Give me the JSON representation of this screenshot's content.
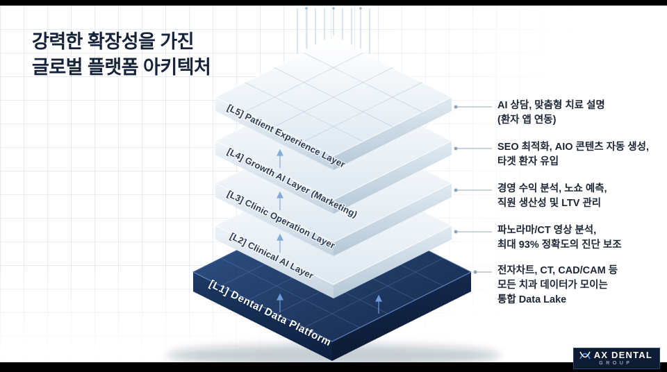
{
  "slide": {
    "title_line1": "강력한 확장성을 가진",
    "title_line2": "글로벌 플랫폼 아키텍처"
  },
  "layers": [
    {
      "id": "L5",
      "label": "[L5] Patient Experience Layer"
    },
    {
      "id": "L4",
      "label": "[L4] Growth AI Layer (Marketing)"
    },
    {
      "id": "L3",
      "label": "[L3] Clinic Operation Layer"
    },
    {
      "id": "L2",
      "label": "[L2] Clinical AI Layer"
    },
    {
      "id": "L1",
      "label": "[L1] Dental Data Platform"
    }
  ],
  "annotations": [
    {
      "line1": "AI 상담, 맞춤형 치료 설명",
      "line2": "(환자 앱 연동)"
    },
    {
      "line1": "SEO 최적화, AIO 콘텐츠 자동 생성,",
      "line2": "타겟 환자 유입"
    },
    {
      "line1": "경영 수익 분석, 노쇼 예측,",
      "line2": "직원 생산성 및 LTV 관리"
    },
    {
      "line1": "파노라마/CT 영상 분석,",
      "line2": "최대 93% 정확도의 진단 보조"
    },
    {
      "line1": "전자차트, CT, CAD/CAM 등",
      "line2": "모든 치과 데이터가 모이는",
      "line3": "통합 Data Lake"
    }
  ],
  "logo": {
    "brand": "AX DENTAL",
    "sub": "GROUP"
  },
  "colors": {
    "title_navy": "#152238",
    "annotation_text": "#1c2533",
    "slab_light_top": "#e7eff6",
    "slab_dark_top": "#1c355e",
    "connector_line": "#aab8c6"
  }
}
